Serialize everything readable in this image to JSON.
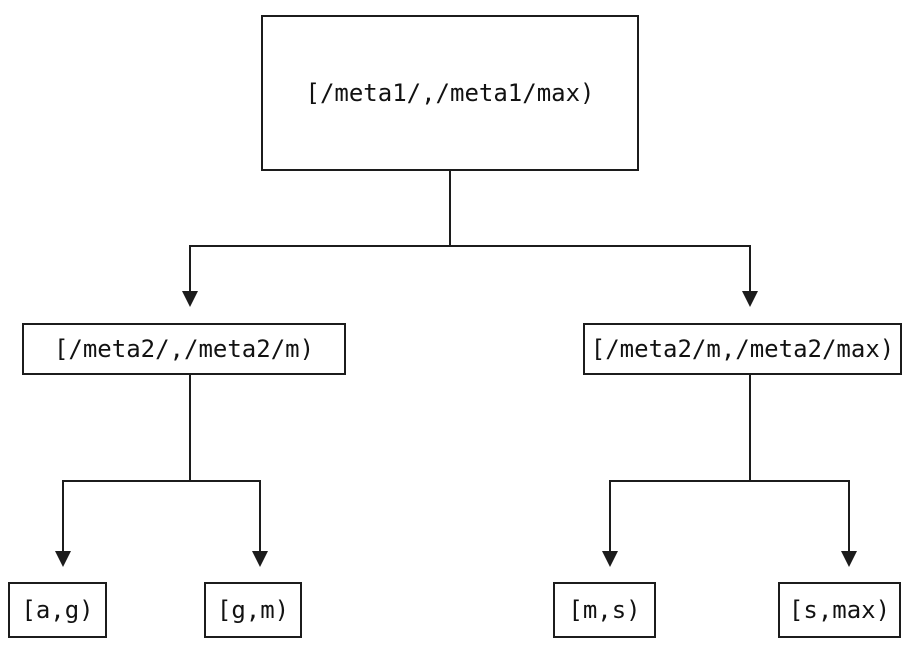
{
  "diagram": {
    "type": "tree",
    "root": {
      "label": "[/meta1/,/meta1/max)",
      "children": [
        {
          "label": "[/meta2/,/meta2/m)",
          "children": [
            {
              "label": "[a,g)"
            },
            {
              "label": "[g,m)"
            }
          ]
        },
        {
          "label": "[/meta2/m,/meta2/max)",
          "children": [
            {
              "label": "[m,s)"
            },
            {
              "label": "[s,max)"
            }
          ]
        }
      ]
    },
    "colors": {
      "line": "#1c1c1c",
      "box_border": "#1c1c1c",
      "text": "#121212",
      "background": "#ffffff"
    }
  }
}
